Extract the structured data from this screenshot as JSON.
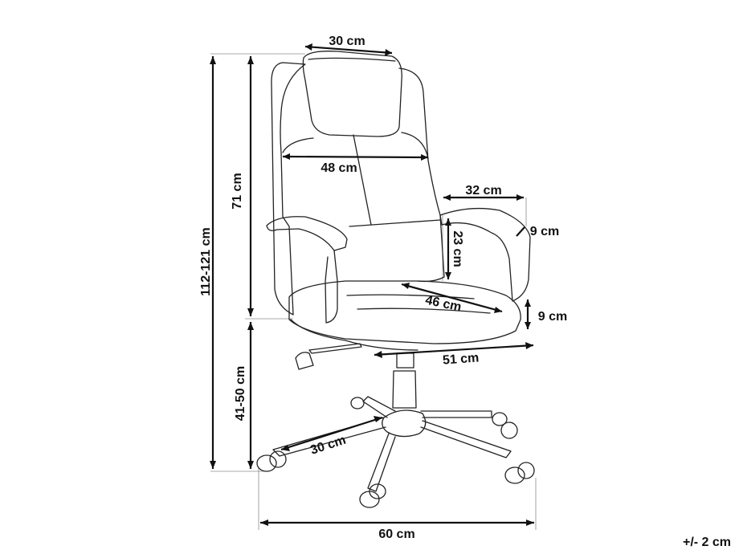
{
  "dimensions": {
    "headrest_width": "30 cm",
    "backrest_width": "48 cm",
    "backrest_height": "71 cm",
    "total_height": "112-121 cm",
    "armrest_depth": "32 cm",
    "armrest_thickness": "9 cm",
    "armrest_height": "23 cm",
    "seat_depth": "46 cm",
    "seat_thickness": "9 cm",
    "seat_width": "51 cm",
    "seat_height": "41-50 cm",
    "leg_length": "30 cm",
    "base_width": "60 cm"
  },
  "tolerance": "+/- 2 cm",
  "colors": {
    "line": "#111111",
    "background": "#ffffff"
  }
}
